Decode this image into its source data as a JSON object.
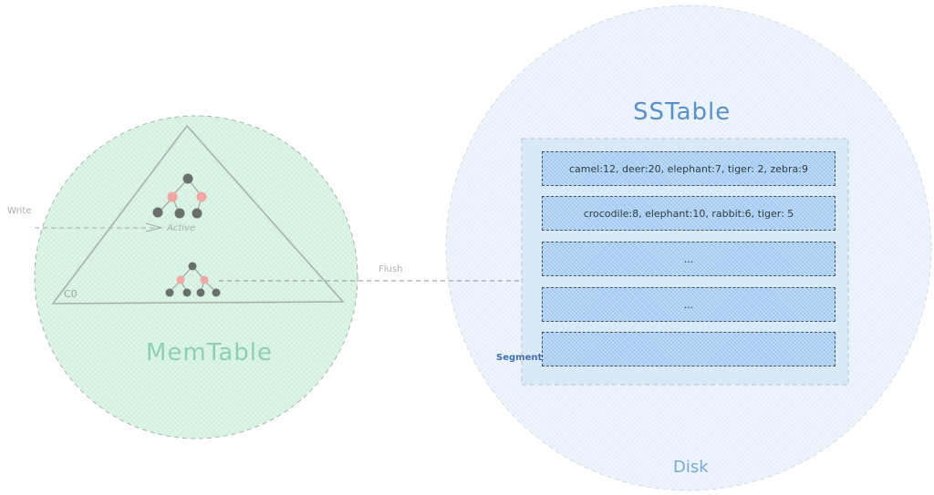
{
  "memtable": {
    "title": "MemTable",
    "level_label": "C0",
    "active_label": "Active",
    "fill_color": "#d4f1df",
    "tree_node_black": "#6b6f6c",
    "tree_node_red": "#f2a7a4"
  },
  "arrows": {
    "write_label": "Write",
    "flush_label": "Flush"
  },
  "disk": {
    "title": "Disk",
    "fill_color": "#e7f1fb",
    "sstable": {
      "title": "SSTable",
      "segment_label": "Segment",
      "segments": [
        {
          "text": "camel:12, deer:20, elephant:7, tiger: 2, zebra:9"
        },
        {
          "text": "crocodile:8, elephant:10, rabbit:6, tiger: 5"
        },
        {
          "text": "..."
        },
        {
          "text": "..."
        },
        {
          "text": ""
        }
      ]
    }
  }
}
